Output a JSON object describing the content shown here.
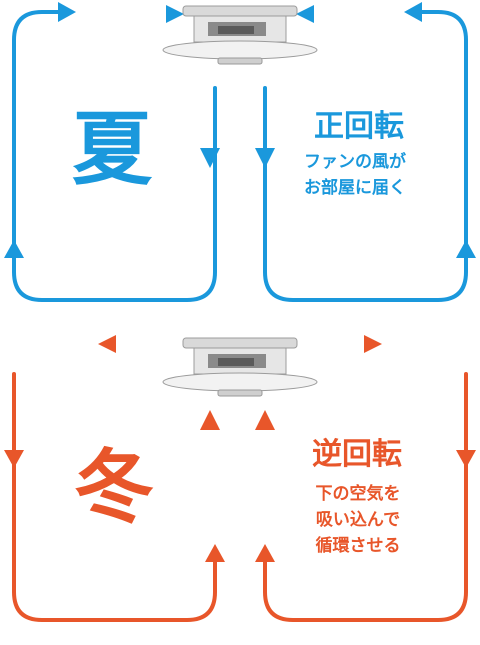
{
  "summer": {
    "season": "夏",
    "mode": "正回転",
    "desc_line1": "ファンの風が",
    "desc_line2": "お部屋に届く",
    "color": "#1a98dc"
  },
  "winter": {
    "season": "冬",
    "mode": "逆回転",
    "desc_line1": "下の空気を",
    "desc_line2": "吸い込んで",
    "desc_line3": "循環させる",
    "color": "#e8562a"
  }
}
